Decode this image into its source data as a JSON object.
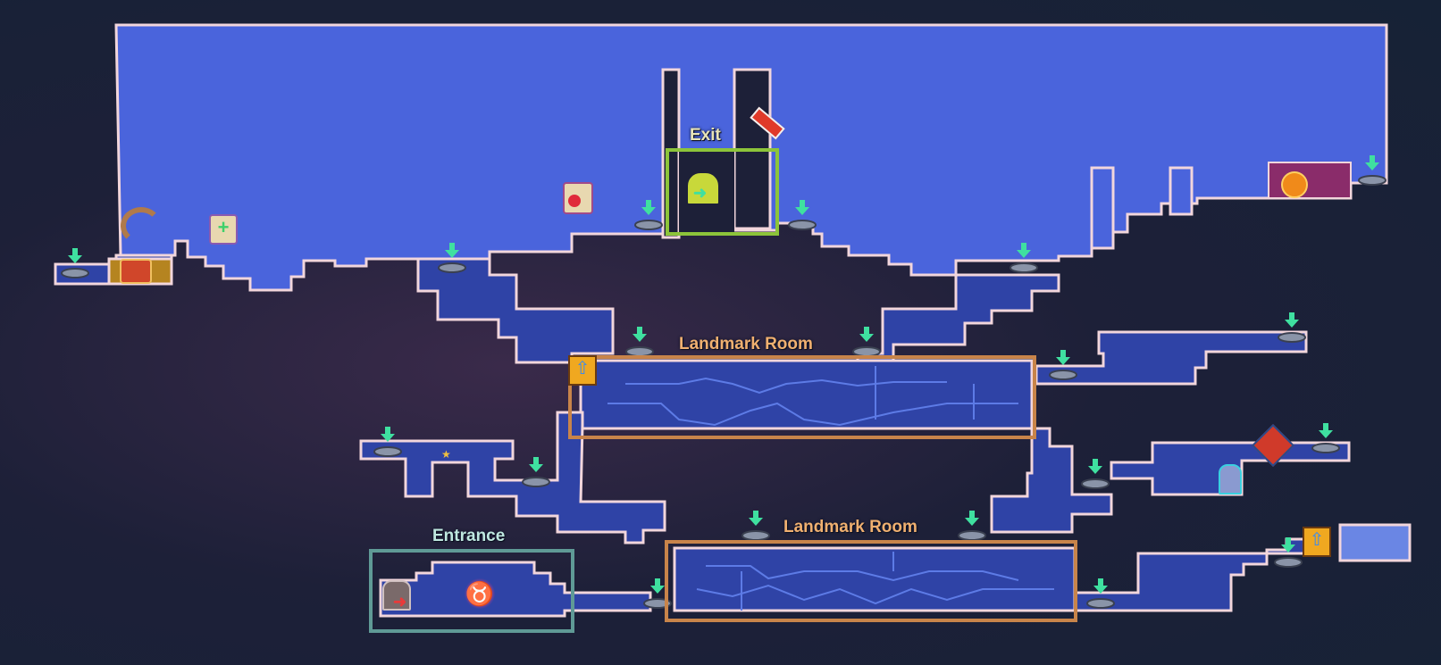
{
  "labels": {
    "exit": "Exit",
    "landmark_top": "Landmark Room",
    "landmark_bottom": "Landmark Room",
    "entrance": "Entrance"
  },
  "colors": {
    "exit_highlight": "#8dc43a",
    "landmark_highlight": "#c8844a",
    "entrance_highlight": "#5f9a96",
    "room_fill": "#2f43a6",
    "open_area_fill": "#4a64dc",
    "room_outline": "#f2d6dc",
    "teleporter_arrow": "#3fe0a0"
  },
  "icons": [
    "teleporter-icon",
    "exit-door-icon",
    "entrance-door-icon",
    "treasure-chest-icon",
    "horn-icon",
    "scroll-icon",
    "potion-icon",
    "syringe-icon",
    "gold-coin-icon",
    "blueprint-icon",
    "spiked-shield-icon",
    "star-icon",
    "boss-sigil-icon",
    "ghost-icon"
  ]
}
